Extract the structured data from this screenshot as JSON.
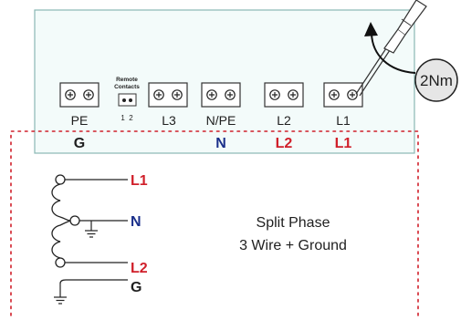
{
  "terminal_block": {
    "bg_color": "#f3fbfa",
    "border_color": "#8ab7b3",
    "terminals": [
      {
        "id": "pe",
        "label": "PE",
        "phase": "G",
        "phase_color": "#1f1f1f"
      },
      {
        "id": "l3",
        "label": "L3",
        "phase": "",
        "phase_color": "#1f1f1f"
      },
      {
        "id": "npe",
        "label": "N/PE",
        "phase": "N",
        "phase_color": "#1a2f8a"
      },
      {
        "id": "l2",
        "label": "L2",
        "phase": "L2",
        "phase_color": "#d01f2a"
      },
      {
        "id": "l1",
        "label": "L1",
        "phase": "L1",
        "phase_color": "#d01f2a"
      }
    ],
    "remote_contacts": {
      "label_line1": "Remote",
      "label_line2": "Contacts",
      "pin_labels": "1  2"
    }
  },
  "torque": {
    "value": "2Nm",
    "icon": "screwdriver-icon"
  },
  "wiring": {
    "title_line1": "Split Phase",
    "title_line2": "3 Wire + Ground",
    "leads": [
      {
        "label": "L1",
        "color": "#d01f2a"
      },
      {
        "label": "N",
        "color": "#1a2f8a"
      },
      {
        "label": "L2",
        "color": "#d01f2a"
      },
      {
        "label": "G",
        "color": "#1f1f1f"
      }
    ],
    "boundary_color": "#d01f2a"
  }
}
